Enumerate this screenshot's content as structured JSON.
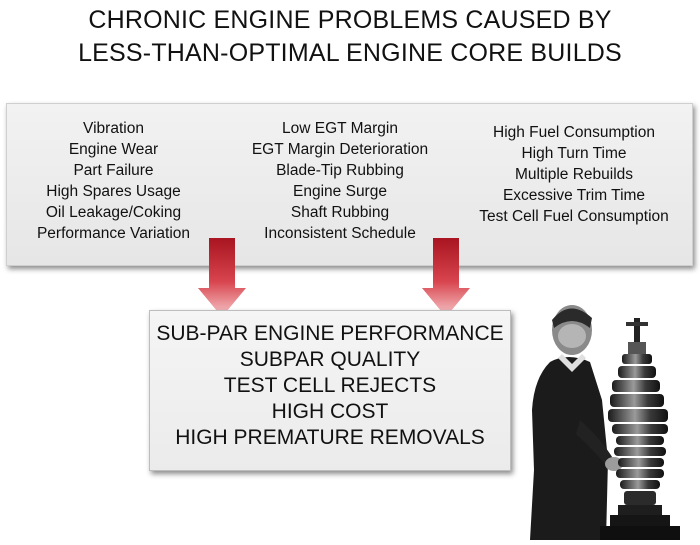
{
  "title": {
    "line1": "CHRONIC ENGINE PROBLEMS CAUSED BY",
    "line2": "LESS-THAN-OPTIMAL ENGINE CORE BUILDS"
  },
  "problems": {
    "column1": [
      "Vibration",
      "Engine Wear",
      "Part Failure",
      "High Spares Usage",
      "Oil Leakage/Coking",
      "Performance Variation"
    ],
    "column2": [
      "Low EGT Margin",
      "EGT Margin Deterioration",
      "Blade-Tip Rubbing",
      "Engine Surge",
      "Shaft Rubbing",
      "Inconsistent Schedule"
    ],
    "column3": [
      "High Fuel Consumption",
      "High Turn Time",
      "Multiple Rebuilds",
      "Excessive Trim Time",
      "Test Cell Fuel Consumption"
    ]
  },
  "results": [
    "SUB-PAR ENGINE PERFORMANCE",
    "SUBPAR QUALITY",
    "TEST CELL REJECTS",
    "HIGH COST",
    "HIGH PREMATURE REMOVALS"
  ],
  "colors": {
    "arrow_top": "#a8141f",
    "arrow_bottom": "#f6c9cc",
    "panel_bg": "#ececec"
  }
}
